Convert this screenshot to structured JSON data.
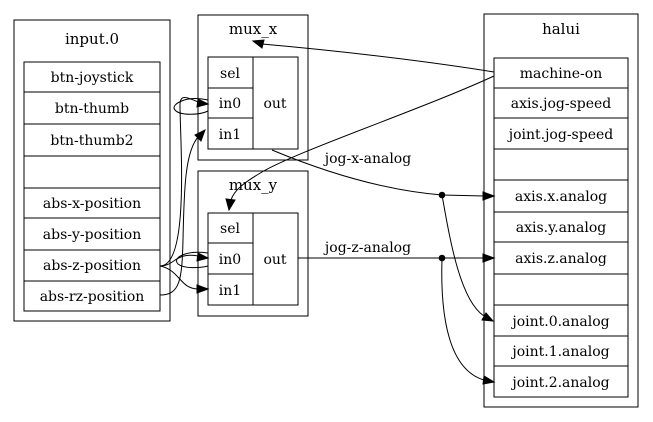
{
  "nodes": {
    "input0": {
      "title": "input.0",
      "pins": [
        "btn-joystick",
        "btn-thumb",
        "btn-thumb2",
        "",
        "abs-x-position",
        "abs-y-position",
        "abs-z-position",
        "abs-rz-position"
      ]
    },
    "mux_x": {
      "title": "mux_x",
      "inputs": [
        "sel",
        "in0",
        "in1"
      ],
      "output": "out"
    },
    "mux_y": {
      "title": "mux_y",
      "inputs": [
        "sel",
        "in0",
        "in1"
      ],
      "output": "out"
    },
    "halui": {
      "title": "halui",
      "pins": [
        "machine-on",
        "axis.jog-speed",
        "joint.jog-speed",
        "",
        "axis.x.analog",
        "axis.y.analog",
        "axis.z.analog",
        "",
        "joint.0.analog",
        "joint.1.analog",
        "joint.2.analog"
      ]
    }
  },
  "signals": {
    "jog_x": "jog-x-analog",
    "jog_z": "jog-z-analog"
  }
}
